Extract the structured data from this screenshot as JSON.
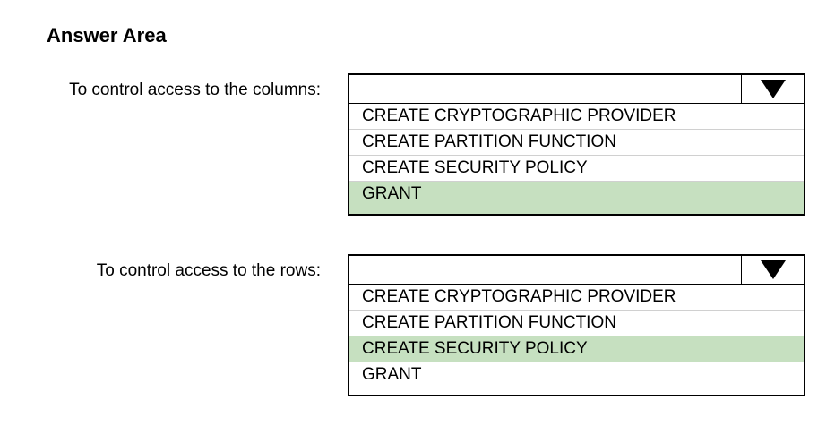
{
  "title": "Answer Area",
  "colors": {
    "selected_bg": "#c6e0c0",
    "border": "#000000"
  },
  "questions": [
    {
      "label": "To control access to the columns:",
      "selected_value": "",
      "dropdown_icon": "triangle-down-icon",
      "options": [
        {
          "text": "CREATE CRYPTOGRAPHIC PROVIDER",
          "selected": false
        },
        {
          "text": "CREATE PARTITION FUNCTION",
          "selected": false
        },
        {
          "text": "CREATE SECURITY POLICY",
          "selected": false
        },
        {
          "text": "GRANT",
          "selected": true
        }
      ]
    },
    {
      "label": "To control access to the rows:",
      "selected_value": "",
      "dropdown_icon": "triangle-down-icon",
      "options": [
        {
          "text": "CREATE CRYPTOGRAPHIC PROVIDER",
          "selected": false
        },
        {
          "text": "CREATE PARTITION FUNCTION",
          "selected": false
        },
        {
          "text": "CREATE SECURITY POLICY",
          "selected": true
        },
        {
          "text": "GRANT",
          "selected": false
        }
      ]
    }
  ]
}
